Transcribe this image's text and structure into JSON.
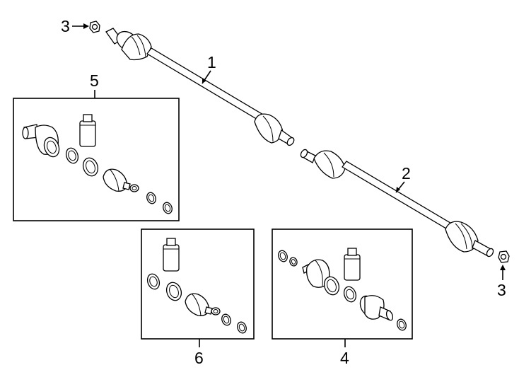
{
  "callouts": {
    "shaft_front": "1",
    "shaft_rear": "2",
    "nut_left": "3",
    "nut_right": "3",
    "kit_box_right": "4",
    "kit_box_upper_left": "5",
    "kit_box_lower_middle": "6"
  },
  "icons": [
    "axle-shaft-icon",
    "hub-nut-icon",
    "cv-boot-icon",
    "grease-bottle-icon",
    "clamp-ring-icon",
    "cv-joint-icon"
  ]
}
